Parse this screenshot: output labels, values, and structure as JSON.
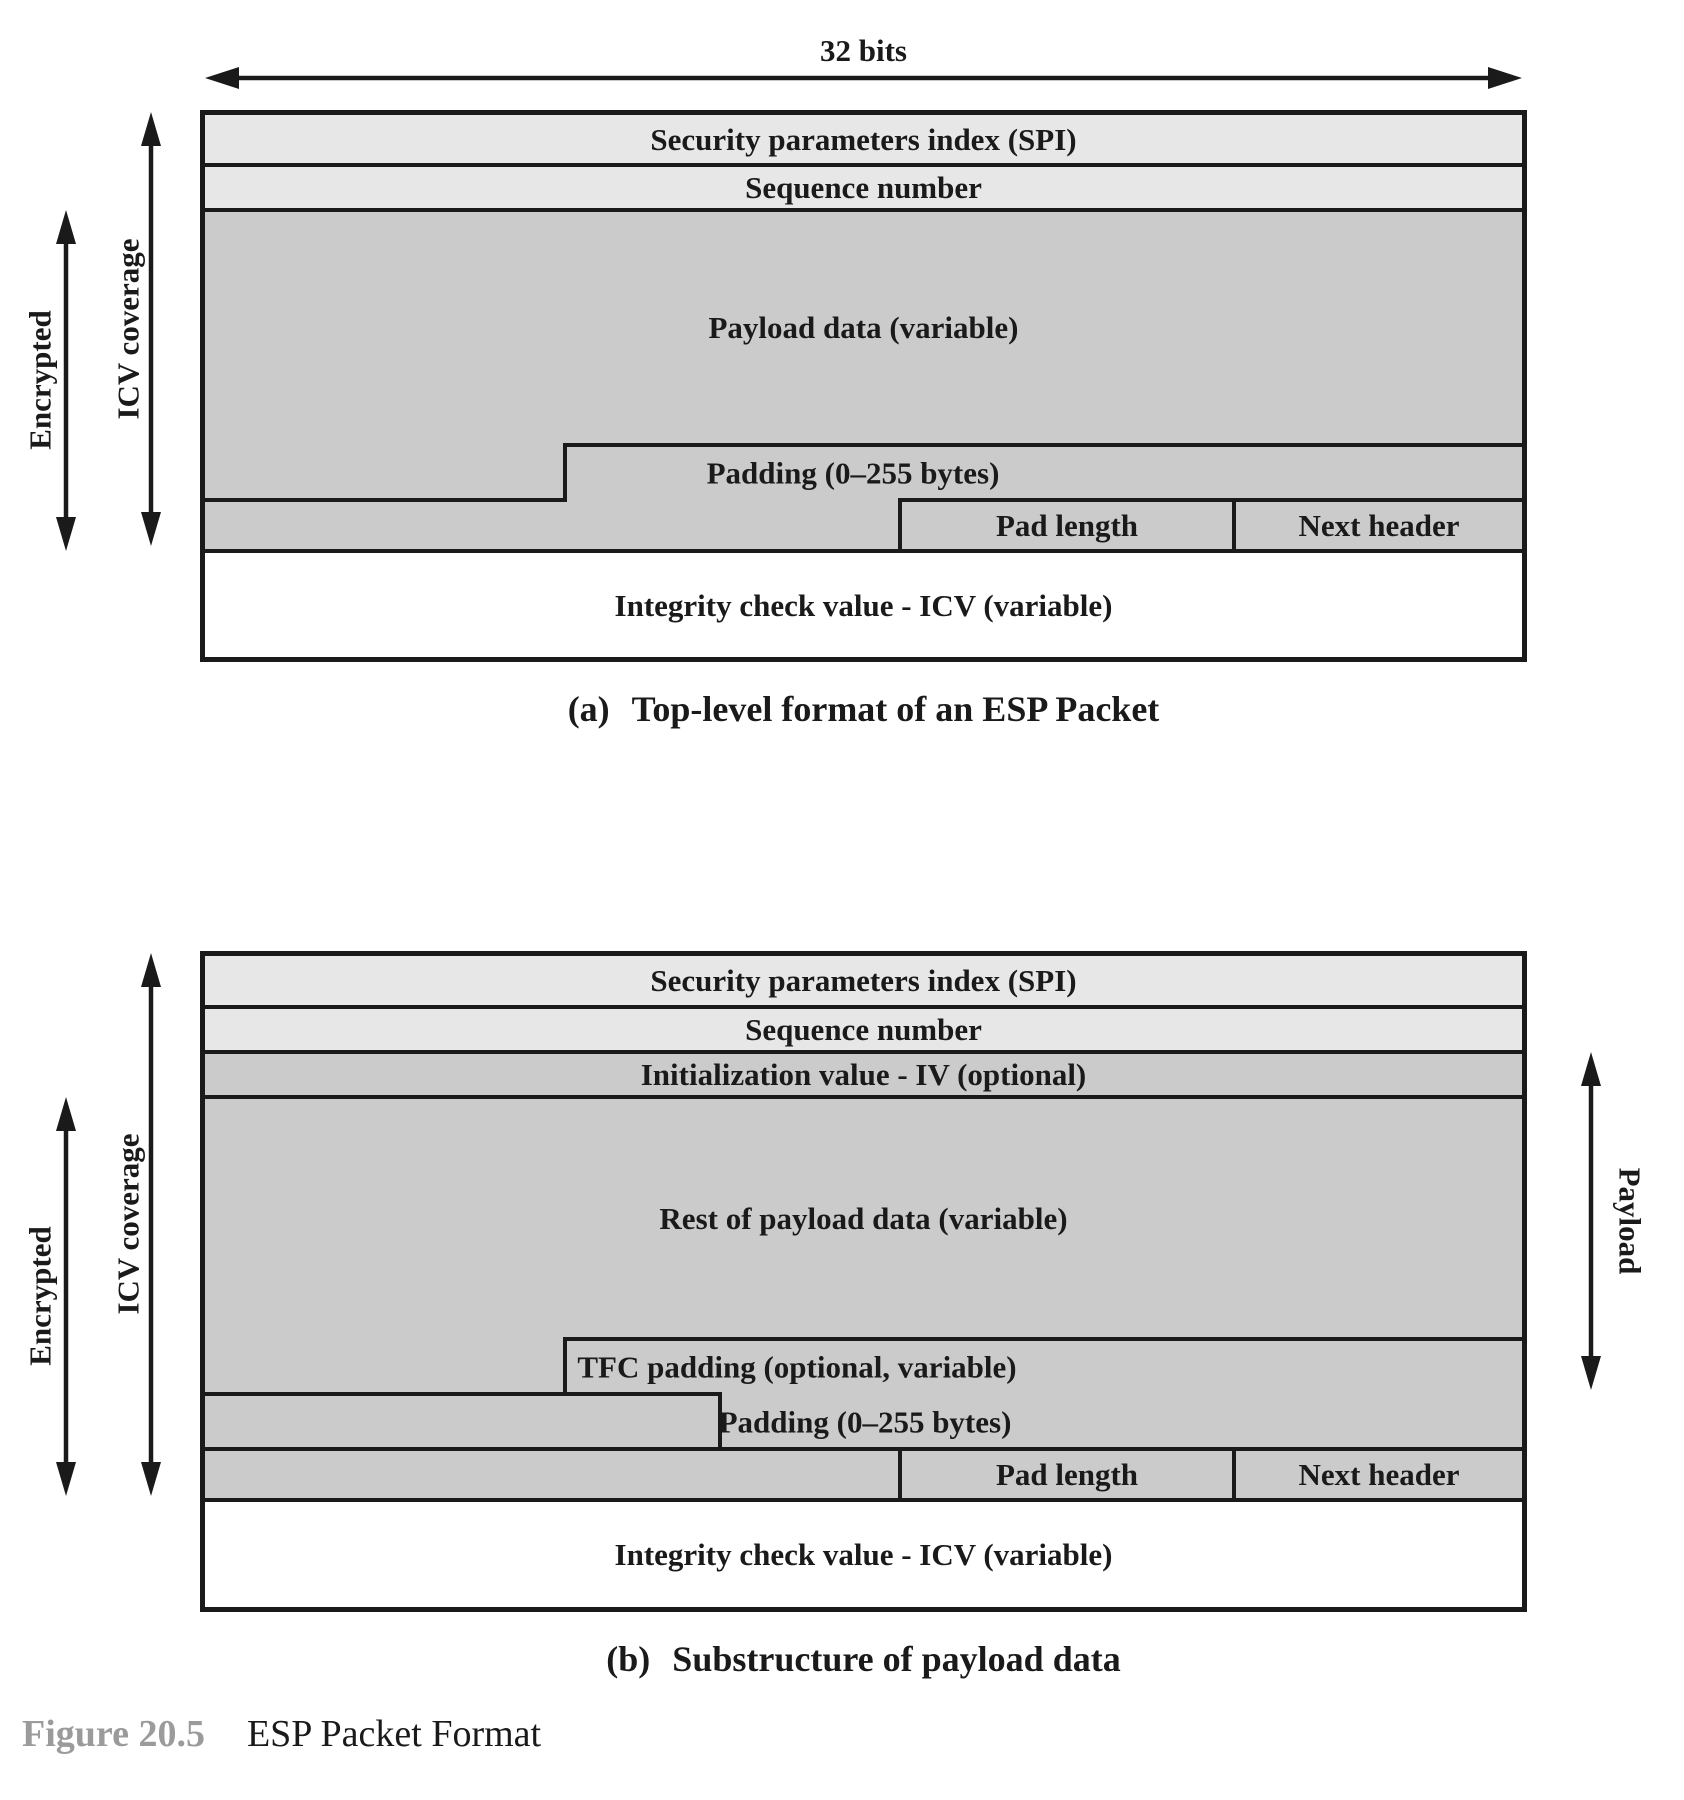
{
  "bits_label": "32 bits",
  "side_labels": {
    "encrypted": "Encrypted",
    "icv_coverage": "ICV coverage",
    "payload": "Payload"
  },
  "diagram_a": {
    "caption_label": "(a)",
    "caption_text": "Top-level format of an ESP Packet",
    "fields": {
      "spi": "Security parameters index (SPI)",
      "sequence": "Sequence number",
      "payload_data": "Payload data (variable)",
      "padding": "Padding (0–255 bytes)",
      "pad_length": "Pad length",
      "next_header": "Next header",
      "icv": "Integrity check value - ICV (variable)"
    }
  },
  "diagram_b": {
    "caption_label": "(b)",
    "caption_text": "Substructure of payload data",
    "fields": {
      "spi": "Security parameters index (SPI)",
      "sequence": "Sequence number",
      "iv": "Initialization value - IV (optional)",
      "rest_payload": "Rest of payload data (variable)",
      "tfc_padding": "TFC padding (optional, variable)",
      "padding": "Padding (0–255 bytes)",
      "pad_length": "Pad length",
      "next_header": "Next header",
      "icv": "Integrity check value - ICV (variable)"
    }
  },
  "figure": {
    "number": "Figure 20.5",
    "title": "ESP Packet Format"
  },
  "colors": {
    "row_light": "#e7e7e7",
    "row_medium": "#cbcbcb",
    "icv_background": "#ffffff",
    "border": "#1a1a1a",
    "figure_number": "#9b9b9b",
    "text": "#1a1a1a"
  }
}
